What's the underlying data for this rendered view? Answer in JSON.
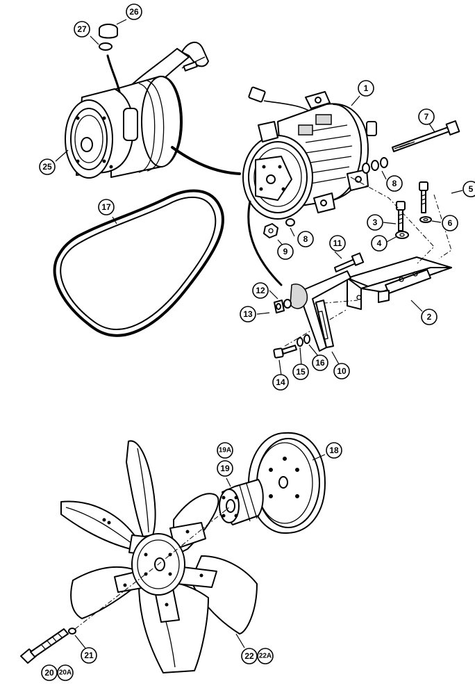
{
  "callouts": [
    {
      "id": "c1",
      "label": "1"
    },
    {
      "id": "c2",
      "label": "2"
    },
    {
      "id": "c3",
      "label": "3"
    },
    {
      "id": "c4",
      "label": "4"
    },
    {
      "id": "c5",
      "label": "5"
    },
    {
      "id": "c6",
      "label": "6"
    },
    {
      "id": "c7",
      "label": "7"
    },
    {
      "id": "c8a",
      "label": "8"
    },
    {
      "id": "c8b",
      "label": "8"
    },
    {
      "id": "c9",
      "label": "9"
    },
    {
      "id": "c10",
      "label": "10"
    },
    {
      "id": "c11",
      "label": "11"
    },
    {
      "id": "c12",
      "label": "12"
    },
    {
      "id": "c13",
      "label": "13"
    },
    {
      "id": "c14",
      "label": "14"
    },
    {
      "id": "c15",
      "label": "15"
    },
    {
      "id": "c16",
      "label": "16"
    },
    {
      "id": "c17",
      "label": "17"
    },
    {
      "id": "c18",
      "label": "18"
    },
    {
      "id": "c19A",
      "label": "19A"
    },
    {
      "id": "c19",
      "label": "19"
    },
    {
      "id": "c20",
      "label": "20"
    },
    {
      "id": "c20A",
      "label": "20A"
    },
    {
      "id": "c21",
      "label": "21"
    },
    {
      "id": "c22",
      "label": "22"
    },
    {
      "id": "c22A",
      "label": "22A"
    },
    {
      "id": "c25",
      "label": "25"
    },
    {
      "id": "c26",
      "label": "26"
    },
    {
      "id": "c27",
      "label": "27"
    }
  ]
}
